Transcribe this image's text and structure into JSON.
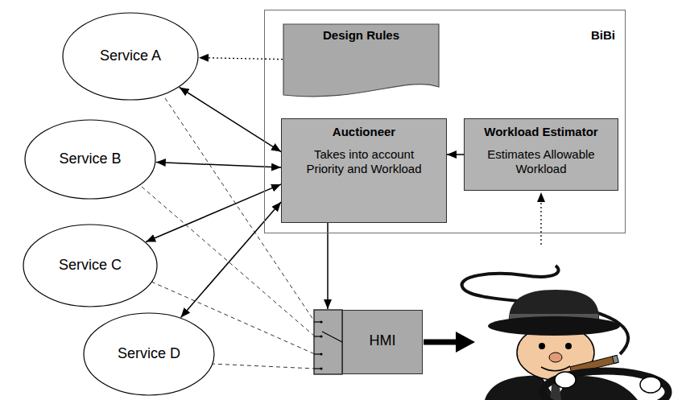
{
  "diagram": {
    "nodes": [
      {
        "text": [
          "BiBi"
        ]
      },
      {
        "text": [
          "Design Rules"
        ],
        "in": 0
      },
      {
        "text": [
          "Auctioneer",
          "Takes into account Priority and Workload"
        ],
        "in": 0
      },
      {
        "text": [
          "Workload Estimator",
          "Estimates Allowable Workload"
        ],
        "in": 0
      },
      {
        "text": [
          "Service A"
        ]
      },
      {
        "text": [
          "Service B"
        ]
      },
      {
        "text": [
          "Service C"
        ]
      },
      {
        "text": [
          "Service D"
        ]
      },
      {
        "text": [
          "HMI"
        ]
      }
    ],
    "edges": [
      {
        "from": 1,
        "to": 4,
        "arrow": "to"
      },
      {
        "from": 4,
        "to": 2,
        "arrow": "both"
      },
      {
        "from": 5,
        "to": 2,
        "arrow": "both"
      },
      {
        "from": 6,
        "to": 2,
        "arrow": "both"
      },
      {
        "from": 7,
        "to": 2,
        "arrow": "both"
      },
      {
        "from": 3,
        "to": 2,
        "arrow": "to"
      }
    ]
  }
}
